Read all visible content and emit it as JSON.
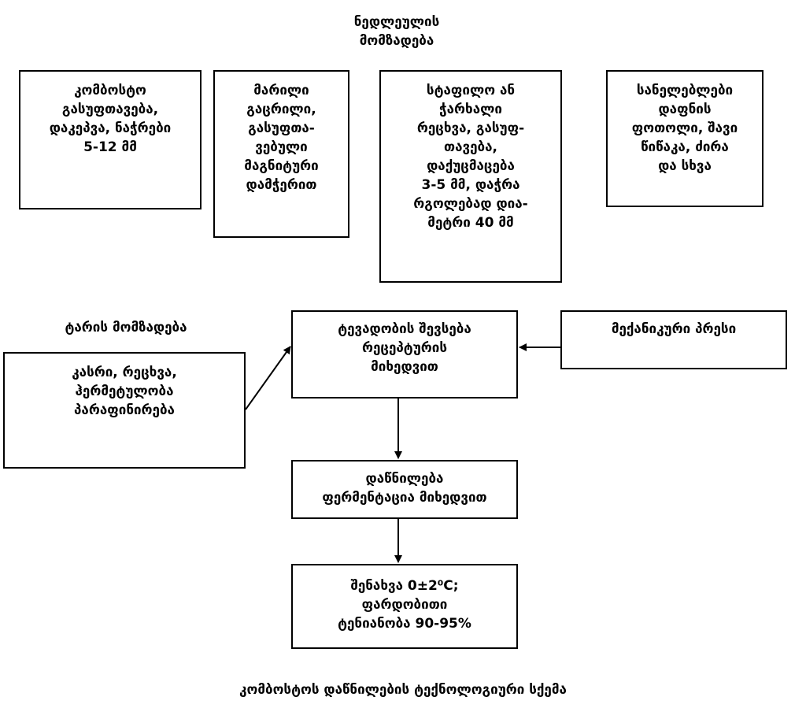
{
  "raw_prep_title": [
    "ნედლეულის",
    "მომზადება"
  ],
  "boxes": {
    "cabbage": [
      "კომბოსტო",
      "გასუფთავება,",
      "დაკეპვა, ნაჭრები",
      "5-12 მმ"
    ],
    "salt": [
      "მარილი",
      "გაცრილი,",
      "გასუფთა-",
      "ვებული",
      "მაგნიტური",
      "დამჭერით"
    ],
    "carrot": [
      "სტაფილო ან",
      "ჭარხალი",
      "რეცხვა, გასუფ-",
      "თავება,",
      "დაქუცმაცება",
      "3-5 მმ, დაჭრა",
      "რგოლებად დია-",
      "მეტრი 40 მმ"
    ],
    "spices": [
      "სანელებლები",
      "დაფნის",
      "ფოთოლი, შავი",
      "წიწაკა, ძირა",
      "და სხვა"
    ],
    "container": [
      "კასრი, რეცხვა,",
      "ჰერმეტულობა",
      "პარაფინირება"
    ],
    "mixing": [
      "ტევადობის შევსება",
      "რეცეპტურის",
      "მიხედვით"
    ],
    "press": [
      "მექანიკური პრესი"
    ],
    "fermentation": [
      "დაწნილება",
      "ფერმენტაცია მიხედვით"
    ],
    "storage": [
      "შენახვა 0±2⁰C;",
      "ფარდობითი",
      "ტენიანობა 90-95%"
    ]
  },
  "container_prep_title": "ტარის მომზადება",
  "caption": "კომბოსტოს დაწნილების ტექნოლოგიური სქემა"
}
